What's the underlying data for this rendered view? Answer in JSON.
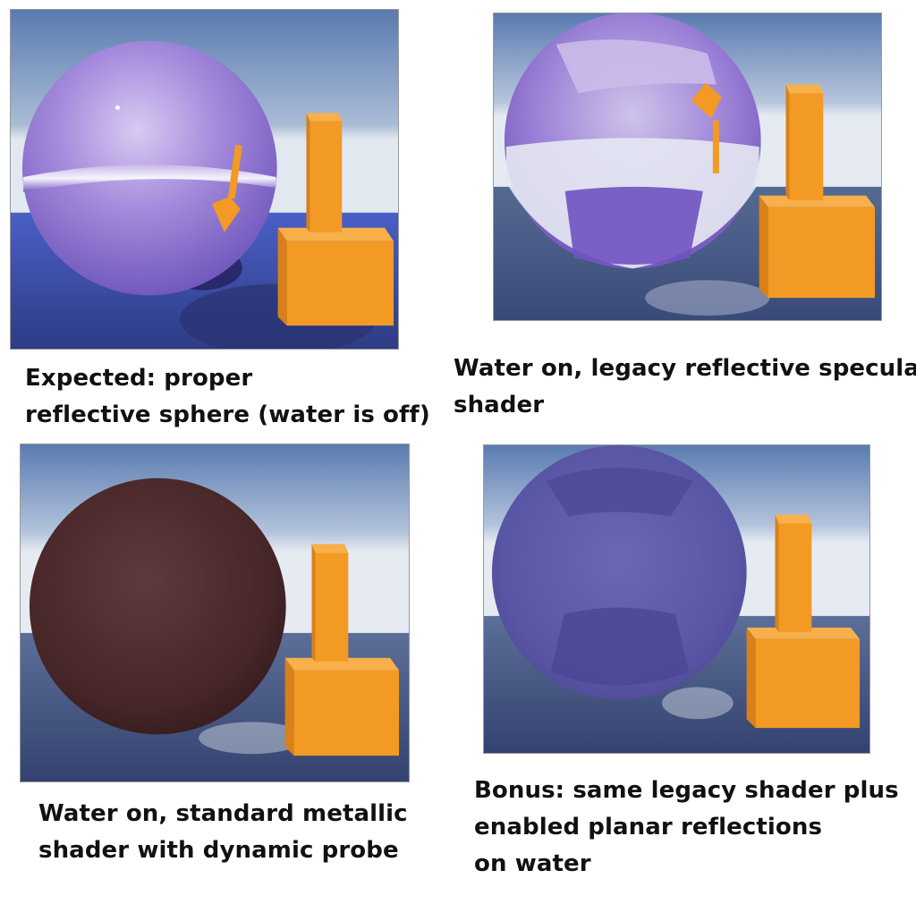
{
  "panels": [
    {
      "id": "expected",
      "caption_lines": [
        "Expected: proper",
        "reflective sphere (water is off)"
      ]
    },
    {
      "id": "legacy-specular",
      "caption_lines": [
        "Water on, legacy reflective specular",
        "shader"
      ]
    },
    {
      "id": "standard-metallic",
      "caption_lines": [
        "Water on, standard metallic",
        "shader with dynamic probe"
      ]
    },
    {
      "id": "planar-reflections",
      "caption_lines": [
        "Bonus: same legacy shader plus",
        "enabled planar reflections",
        "on water"
      ]
    }
  ],
  "colors": {
    "sky_top": "#5a7bb0",
    "sky_horizon": "#dfe6ef",
    "water": "#3b4f9a",
    "cube": "#f39a24",
    "sphere_purple": "#8b6ed6",
    "sphere_metal": "#4a2a2c",
    "sphere_planar": "#5a56a6"
  }
}
